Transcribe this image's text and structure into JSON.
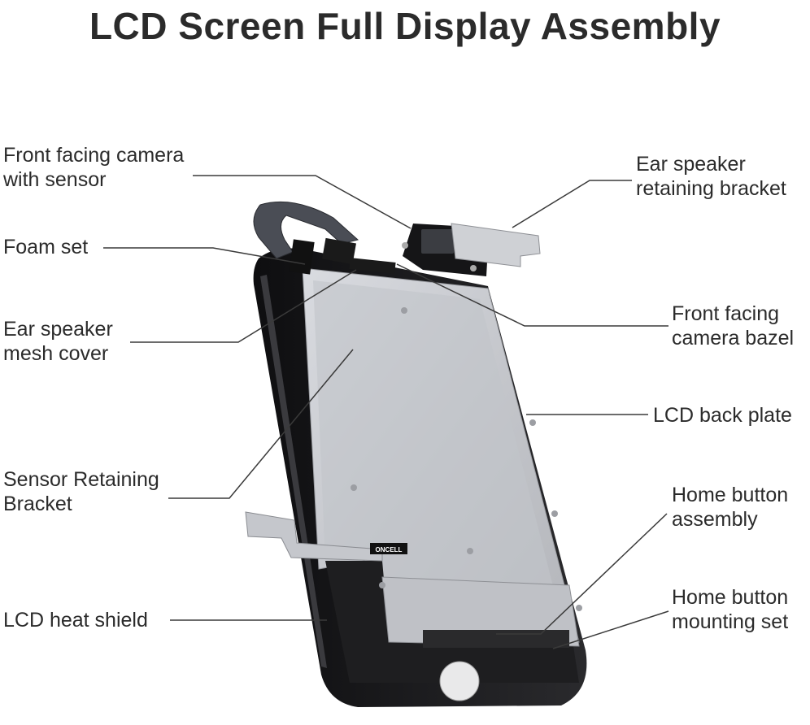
{
  "title": "LCD Screen Full Display Assembly",
  "labels": {
    "front_camera": [
      "Front facing camera",
      "with sensor"
    ],
    "foam_set": [
      "Foam set"
    ],
    "ear_mesh": [
      "Ear speaker",
      "mesh cover"
    ],
    "sensor_bracket": [
      "Sensor Retaining",
      "Bracket"
    ],
    "heat_shield": [
      "LCD heat shield"
    ],
    "ear_bracket": [
      "Ear speaker",
      "retaining bracket"
    ],
    "camera_bezel": [
      "Front facing",
      "camera bazel"
    ],
    "back_plate": [
      "LCD back plate"
    ],
    "home_assembly": [
      "Home button",
      "assembly"
    ],
    "home_mounting": [
      "Home button",
      "mounting set"
    ]
  },
  "flex_text": "ONCELL",
  "colors": {
    "text": "#2b2b2b",
    "leader_line": "#3a3a3a",
    "plate_silver": "#c9cbd0",
    "frame_black": "#1c1c1e"
  }
}
